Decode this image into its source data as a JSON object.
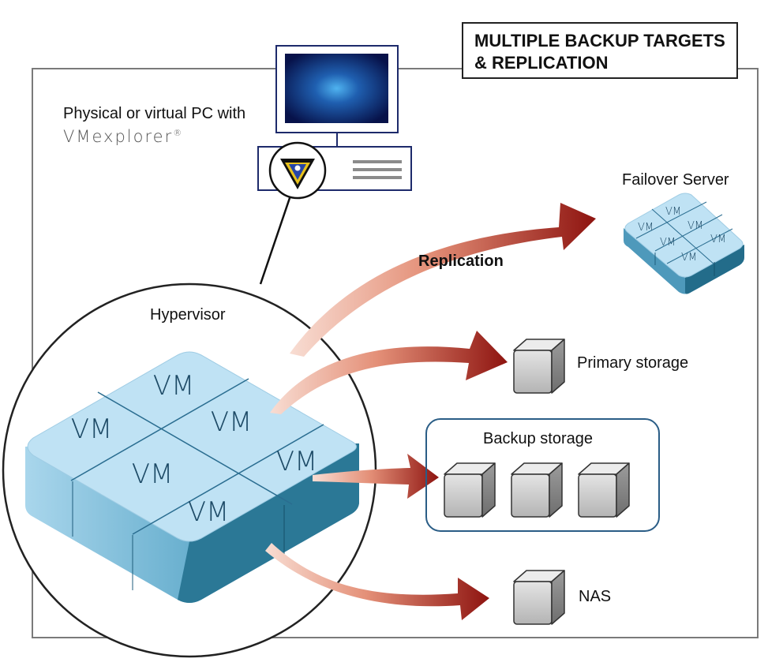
{
  "title": {
    "line1": "MULTIPLE BACKUP TARGETS",
    "line2": "& REPLICATION"
  },
  "pc": {
    "caption": "Physical or virtual PC with",
    "brand": "VMexplorer",
    "brand_mark": "®",
    "icon": "vmexplorer-logo-icon"
  },
  "hypervisor": {
    "label": "Hypervisor",
    "vm_label": "VM",
    "vm_count": 6
  },
  "replication": {
    "label": "Replication"
  },
  "targets": {
    "failover": {
      "label": "Failover Server",
      "vm_label": "VM",
      "vm_count": 6
    },
    "primary": {
      "label": "Primary storage",
      "icon": "storage-cube-icon"
    },
    "backup": {
      "label": "Backup storage",
      "icon": "storage-cube-icon",
      "count": 3
    },
    "nas": {
      "label": "NAS",
      "icon": "storage-cube-icon"
    }
  },
  "colors": {
    "vm_top": "#bfe2f4",
    "vm_side": "#2c7d9c",
    "arrow_dark": "#8e1410",
    "arrow_light": "#f6d4c8",
    "frame": "#777777",
    "cube": "#d2d2d2"
  }
}
